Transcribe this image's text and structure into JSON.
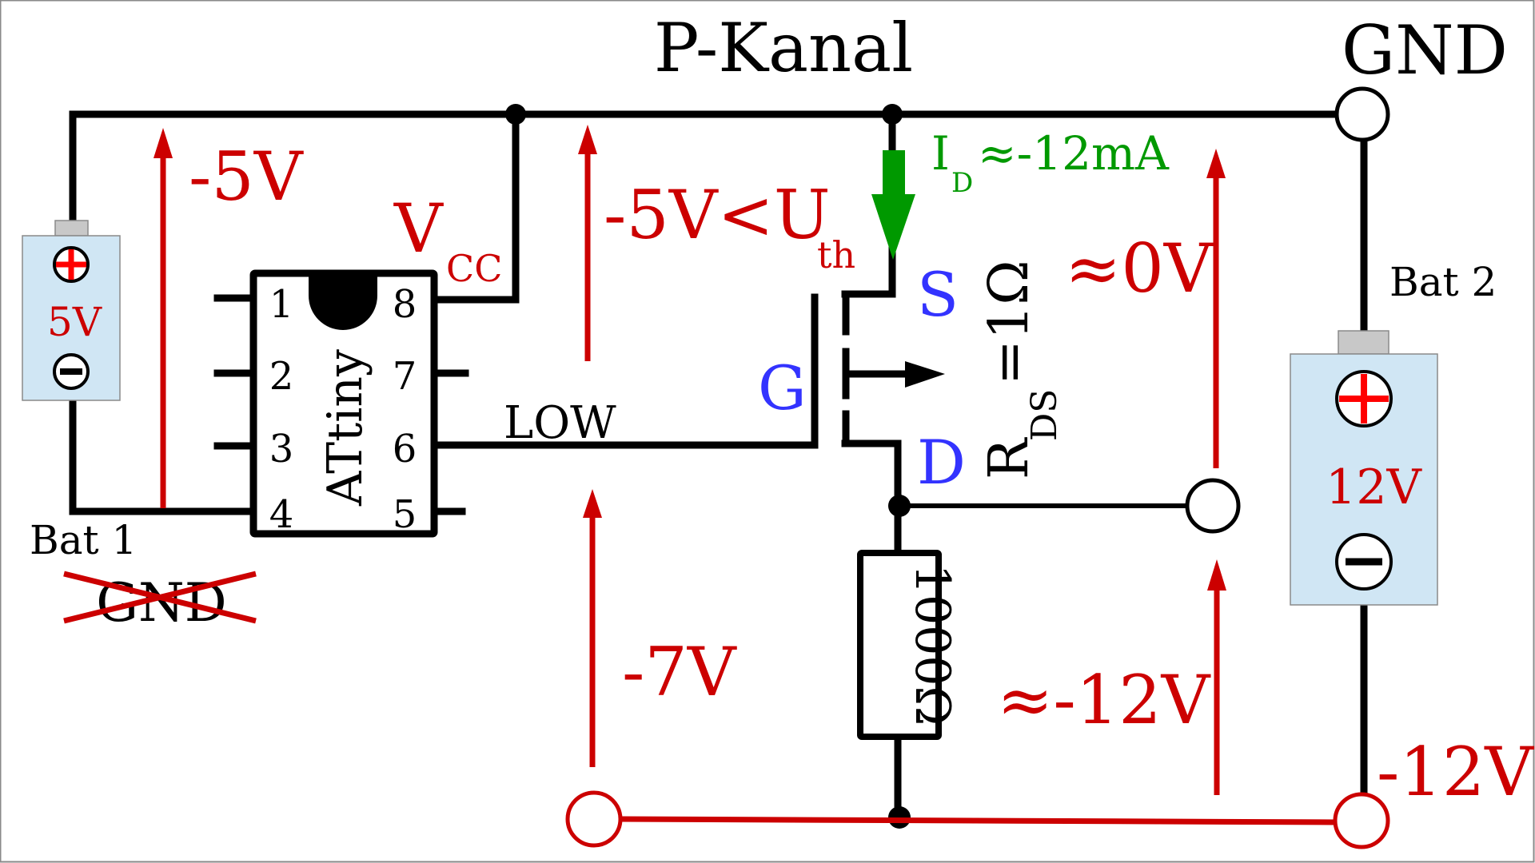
{
  "title": "P-Kanal",
  "gnd_label": "GND",
  "colors": {
    "voltage": "#cc0000",
    "current": "#009900",
    "terminal_letters": "#3333ff",
    "wire": "#000000",
    "battery_body": "#d0e6f4",
    "battery_cap": "#c8c8c8"
  },
  "battery1": {
    "name": "Bat 1",
    "voltage": "5V",
    "plus_symbol": "+",
    "minus_symbol": "−",
    "crossed_label": "GND"
  },
  "battery2": {
    "name": "Bat 2",
    "voltage": "12V",
    "plus_symbol": "+",
    "minus_symbol": "−"
  },
  "ic": {
    "name": "ATtiny",
    "pins_left": [
      "1",
      "2",
      "3",
      "4"
    ],
    "pins_right": [
      "8",
      "7",
      "6",
      "5"
    ],
    "vcc_label": "V",
    "vcc_sub": "CC"
  },
  "signals": {
    "gate_signal": "LOW"
  },
  "mosfet": {
    "gate": "G",
    "source": "S",
    "drain": "D",
    "rds_main": "R",
    "rds_sub": "DS",
    "rds_value": "=1Ω"
  },
  "current": {
    "main": "I",
    "sub": "D",
    "value": "≈-12mA"
  },
  "resistor": {
    "value": "1000Ω"
  },
  "voltages": {
    "bat1_arrow": "-5V",
    "gate_threshold_main": "-5V<U",
    "gate_threshold_sub": "th",
    "drain_source": "≈0V",
    "load": "≈-12V",
    "gate_drain": "-7V",
    "bottom_rail": "-12V"
  }
}
